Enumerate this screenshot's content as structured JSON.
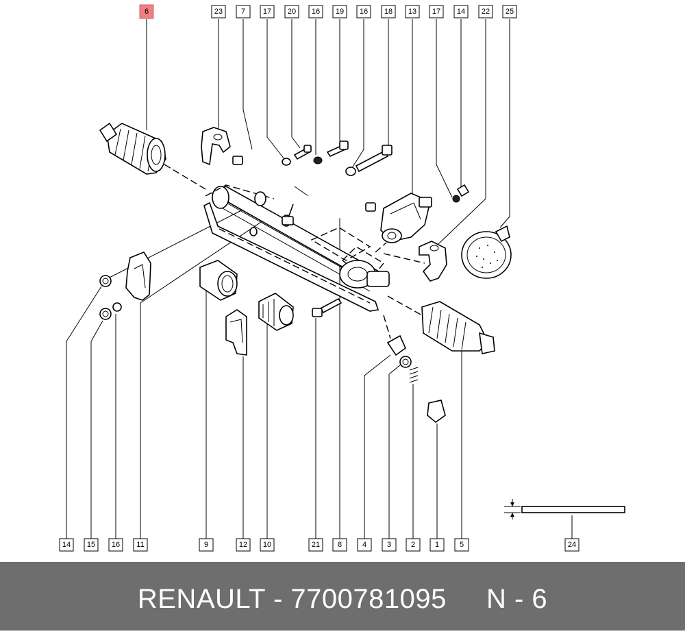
{
  "diagram": {
    "highlighted_part": "6",
    "top_labels": [
      "6",
      "23",
      "7",
      "17",
      "20",
      "16",
      "19",
      "16",
      "18",
      "13",
      "17",
      "14",
      "22",
      "25"
    ],
    "bottom_labels": [
      "14",
      "15",
      "16",
      "11",
      "9",
      "12",
      "10",
      "21",
      "8",
      "4",
      "3",
      "2",
      "1",
      "5",
      "24"
    ]
  },
  "footer": {
    "text": "RENAULT - 7700781095     N - 6",
    "background": "#6e6e6e",
    "text_color": "#ffffff"
  },
  "colors": {
    "highlight": "#ee7f83",
    "line": "#000000"
  }
}
